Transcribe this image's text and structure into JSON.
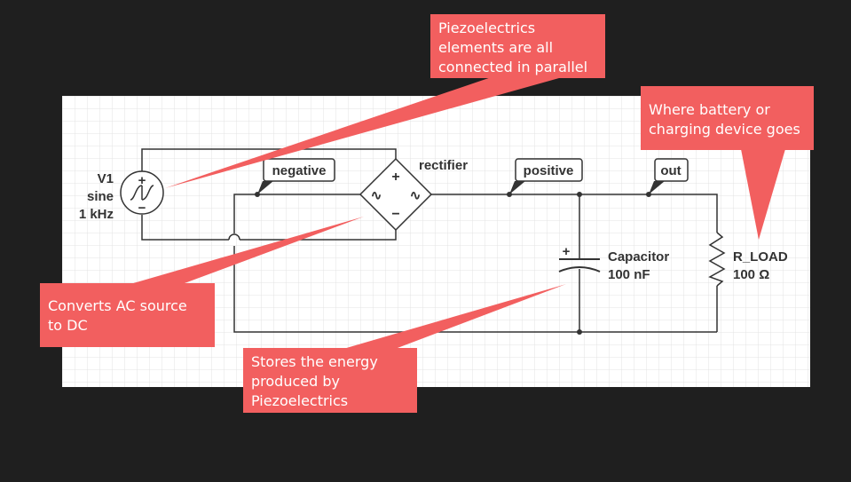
{
  "source": {
    "name": "V1",
    "type": "sine",
    "freq": "1 kHz",
    "plus_sign": "+",
    "minus_sign": "−"
  },
  "rectifier": {
    "label": "rectifier",
    "plus_sign": "+",
    "minus_sign": "−",
    "ac_left": "∿",
    "ac_right": "∿"
  },
  "net_labels": {
    "negative": "negative",
    "positive": "positive",
    "out": "out"
  },
  "capacitor": {
    "name": "Capacitor",
    "value": "100 nF",
    "plus_sign": "+"
  },
  "resistor": {
    "name": "R_LOAD",
    "value": "100 Ω"
  },
  "callouts": {
    "piezo": [
      "Piezoelectrics",
      "elements are all",
      "connected in parallel"
    ],
    "battery": [
      "Where  battery or",
      "charging device goes"
    ],
    "rectifier": [
      "Converts AC source",
      "to DC"
    ],
    "capacitor": [
      "Stores the energy",
      "produced by",
      "Piezoelectrics"
    ]
  },
  "colors": {
    "background": "#1f1f1f",
    "canvas": "#ffffff",
    "grid": "#e3e3e3",
    "wire": "#333333",
    "callout": "#f25f5f"
  }
}
